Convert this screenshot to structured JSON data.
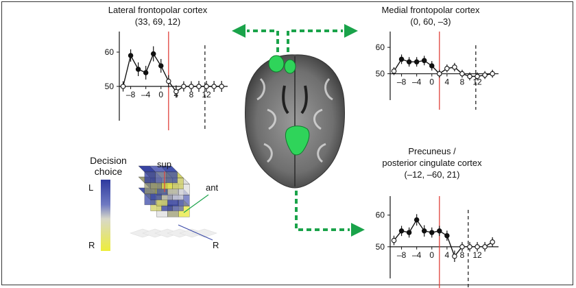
{
  "colors": {
    "onset_line": "#e0403a",
    "arrow": "#1aa34a",
    "brain_highlight": "#2fd45a",
    "series": "#111111",
    "decision_L": "#3b4aa8",
    "decision_R": "#e8e83a"
  },
  "chart_data": [
    {
      "type": "line",
      "title": "Lateral frontopolar cortex",
      "subtitle": "(33, 69, 12)",
      "x_tick_labels": [
        "–8",
        "–4",
        "0",
        "4",
        "8",
        "12"
      ],
      "y_tick_labels": [
        "50",
        "60"
      ],
      "x": [
        -10,
        -9,
        -8,
        -7,
        -6,
        -5,
        -4,
        -3,
        -2,
        -1,
        0,
        1,
        2,
        3
      ],
      "values": [
        50,
        59,
        55,
        54,
        59.5,
        56,
        51.5,
        48.5,
        50,
        50,
        50,
        50,
        50,
        50
      ],
      "errors": [
        1.5,
        1.8,
        2.0,
        2.0,
        2.2,
        2.0,
        1.8,
        1.8,
        1.5,
        1.5,
        1.6,
        1.6,
        1.6,
        1.6
      ],
      "filled": [
        false,
        true,
        true,
        true,
        true,
        true,
        false,
        false,
        false,
        false,
        false,
        false,
        false,
        false
      ],
      "xlim": [
        -10.5,
        3.8
      ],
      "ylim": [
        40,
        66
      ],
      "onset_x": -4,
      "dashed_x": 0.8
    },
    {
      "type": "line",
      "title": "Medial frontopolar cortex",
      "subtitle": "(0, 60, –3)",
      "x_tick_labels": [
        "–8",
        "–4",
        "0",
        "4",
        "8",
        "12"
      ],
      "y_tick_labels": [
        "50",
        "60"
      ],
      "x": [
        -10,
        -9,
        -8,
        -7,
        -6,
        -5,
        -4,
        -3,
        -2,
        -1,
        0,
        1,
        2,
        3
      ],
      "values": [
        51,
        55.5,
        54.5,
        54.5,
        55,
        53,
        50,
        52,
        52.5,
        50,
        49,
        49,
        49.5,
        50
      ],
      "errors": [
        1.5,
        1.8,
        1.8,
        1.8,
        1.8,
        1.8,
        1.5,
        1.5,
        1.6,
        1.5,
        1.5,
        1.5,
        1.5,
        1.5
      ],
      "filled": [
        false,
        true,
        true,
        true,
        true,
        true,
        false,
        false,
        false,
        false,
        false,
        false,
        false,
        false
      ],
      "xlim": [
        -10.5,
        3.8
      ],
      "ylim": [
        40,
        66
      ],
      "onset_x": -4,
      "dashed_x": 0.8
    },
    {
      "type": "line",
      "title": "Precuneus /",
      "subtitle": "posterior cingulate cortex",
      "subtitle2": "(–12, –60, 21)",
      "x_tick_labels": [
        "–8",
        "–4",
        "0",
        "4",
        "8",
        "12"
      ],
      "y_tick_labels": [
        "50",
        "60"
      ],
      "x": [
        -10,
        -9,
        -8,
        -7,
        -6,
        -5,
        -4,
        -3,
        -2,
        -1,
        0,
        1,
        2,
        3
      ],
      "values": [
        52,
        55,
        54.5,
        58.5,
        55,
        54.5,
        55,
        53.5,
        47,
        50,
        50,
        50,
        50,
        51.5
      ],
      "errors": [
        1.5,
        1.6,
        1.6,
        1.8,
        1.8,
        1.6,
        1.6,
        1.6,
        1.8,
        1.5,
        1.5,
        1.5,
        1.5,
        1.5
      ],
      "filled": [
        false,
        true,
        true,
        true,
        true,
        true,
        true,
        true,
        false,
        false,
        false,
        false,
        false,
        false
      ],
      "xlim": [
        -10.5,
        3.8
      ],
      "ylim": [
        40,
        66
      ],
      "onset_x": -4,
      "dashed_x": -0.2
    }
  ],
  "legend": {
    "title_line1": "Decision",
    "title_line2": "choice",
    "top_label": "L",
    "bottom_label": "R"
  },
  "cube": {
    "sup_label": "sup",
    "ant_label": "ant",
    "r_label": "R"
  }
}
